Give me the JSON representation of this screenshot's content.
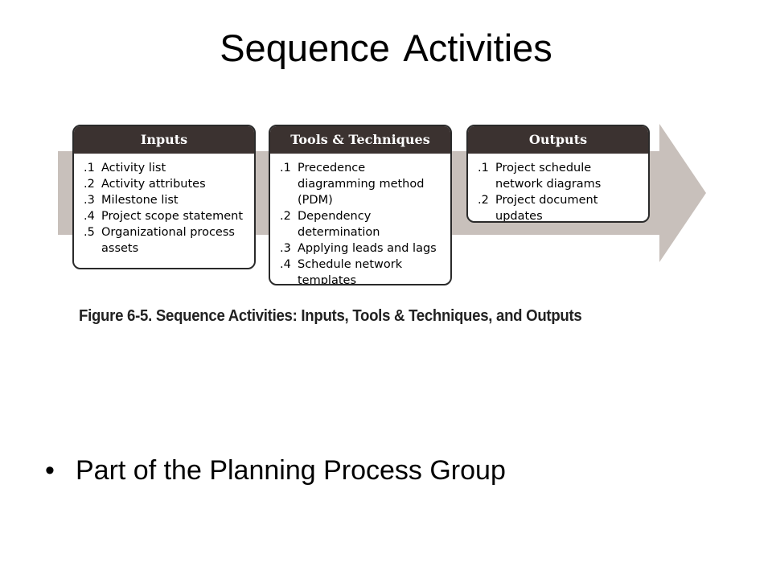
{
  "slide": {
    "title": "Sequence Activities",
    "bullets": [
      "Part of the Planning Process Group"
    ]
  },
  "figure": {
    "caption": "Figure 6-5. Sequence Activities: Inputs, Tools & Techniques, and Outputs",
    "colors": {
      "arrow": "#c8c0bb",
      "header": "#3b3230"
    },
    "boxes": [
      {
        "title": "Inputs",
        "items": [
          {
            "num": ".1",
            "text": "Activity list"
          },
          {
            "num": ".2",
            "text": "Activity attributes"
          },
          {
            "num": ".3",
            "text": "Milestone list"
          },
          {
            "num": ".4",
            "text": "Project scope statement"
          },
          {
            "num": ".5",
            "text": "Organizational process assets"
          }
        ]
      },
      {
        "title": "Tools & Techniques",
        "items": [
          {
            "num": ".1",
            "text": "Precedence diagramming method (PDM)"
          },
          {
            "num": ".2",
            "text": "Dependency determination"
          },
          {
            "num": ".3",
            "text": "Applying leads and lags"
          },
          {
            "num": ".4",
            "text": "Schedule network templates"
          }
        ]
      },
      {
        "title": "Outputs",
        "items": [
          {
            "num": ".1",
            "text": "Project schedule network diagrams"
          },
          {
            "num": ".2",
            "text": "Project document updates"
          }
        ]
      }
    ]
  }
}
